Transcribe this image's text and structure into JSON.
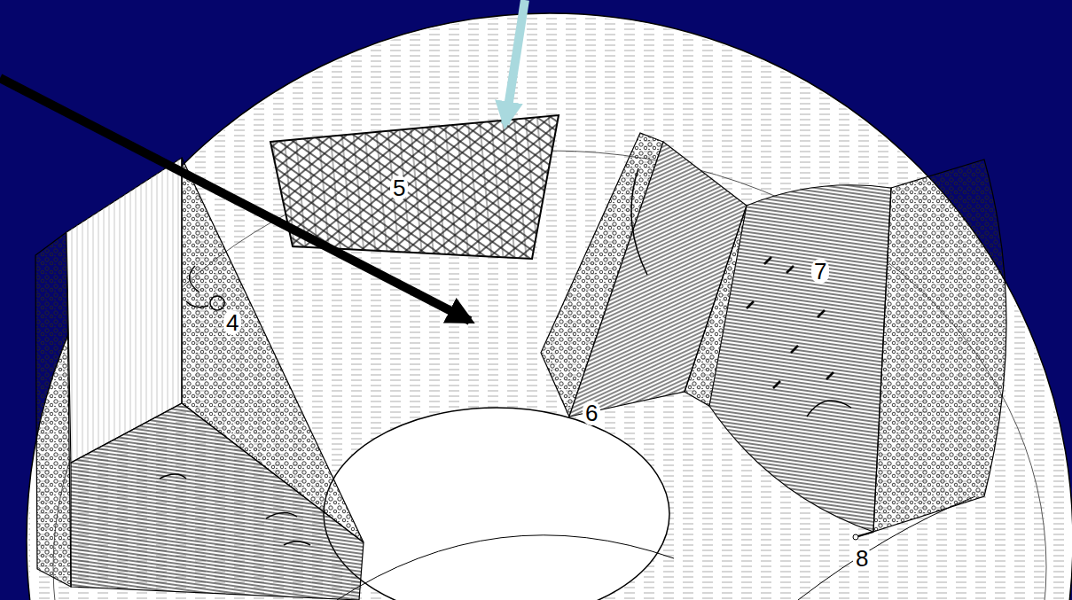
{
  "diagram": {
    "labels": [
      "4",
      "5",
      "6",
      "7",
      "8"
    ]
  }
}
